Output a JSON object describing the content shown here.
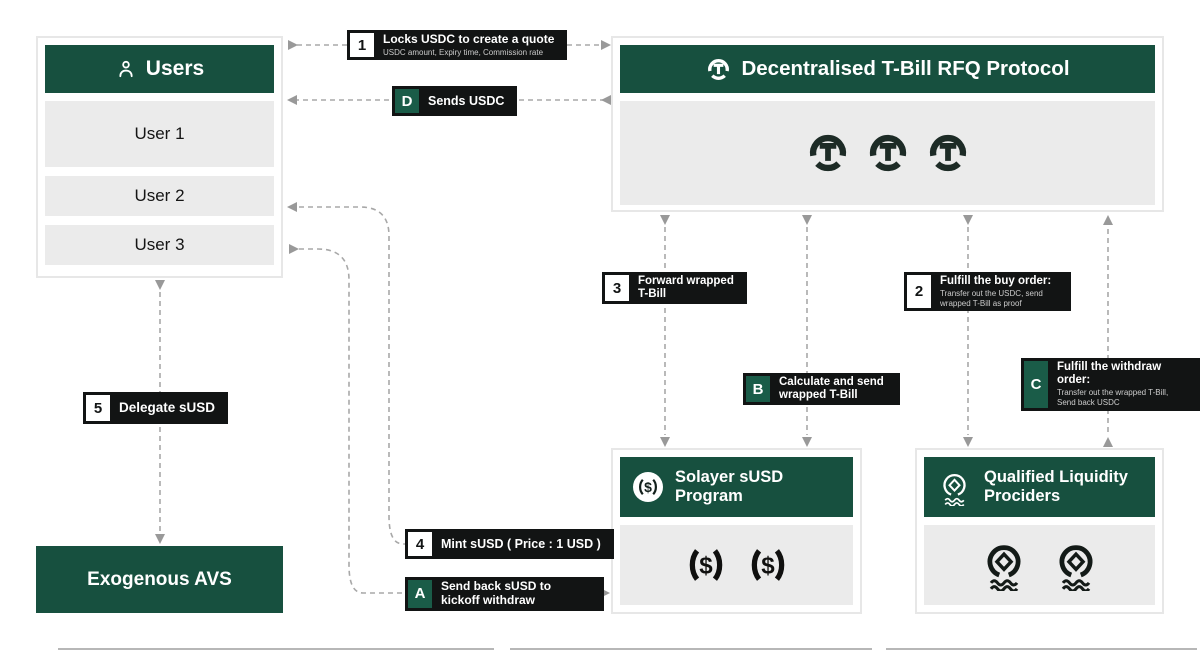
{
  "boxes": {
    "users": {
      "title": "Users",
      "items": [
        "User 1",
        "User 2",
        "User 3"
      ]
    },
    "protocol": {
      "title": "Decentralised T-Bill RFQ Protocol"
    },
    "solayer": {
      "title": "Solayer sUSD Program"
    },
    "qlp": {
      "title": "Qualified Liquidity Prociders"
    },
    "avs": {
      "title": "Exogenous AVS"
    }
  },
  "steps": {
    "s1": {
      "badge": "1",
      "title": "Locks USDC to create a quote",
      "subtitle": "USDC amount, Expiry time, Commission rate"
    },
    "sD": {
      "badge": "D",
      "title": "Sends USDC"
    },
    "s3": {
      "badge": "3",
      "title": "Forward wrapped T-Bill"
    },
    "s2": {
      "badge": "2",
      "title": "Fulfill the buy order:",
      "subtitle": "Transfer out the USDC, send wrapped T-Bill as proof"
    },
    "sB": {
      "badge": "B",
      "title": "Calculate and send wrapped T-Bill"
    },
    "sC": {
      "badge": "C",
      "title": "Fulfill the withdraw order:",
      "subtitle": "Transfer out the wrapped T-Bill, Send back USDC"
    },
    "s4": {
      "badge": "4",
      "title": "Mint sUSD ( Price : 1 USD )"
    },
    "sA": {
      "badge": "A",
      "title": "Send back sUSD to kickoff withdraw"
    },
    "s5": {
      "badge": "5",
      "title": "Delegate sUSD"
    }
  },
  "icons": {
    "dollar": "$"
  },
  "colors": {
    "header_green": "#17503f",
    "badge_green": "#1a5c48",
    "label_black": "#121414",
    "panel_gray": "#ebebeb",
    "line_gray": "#a8a8a8"
  }
}
